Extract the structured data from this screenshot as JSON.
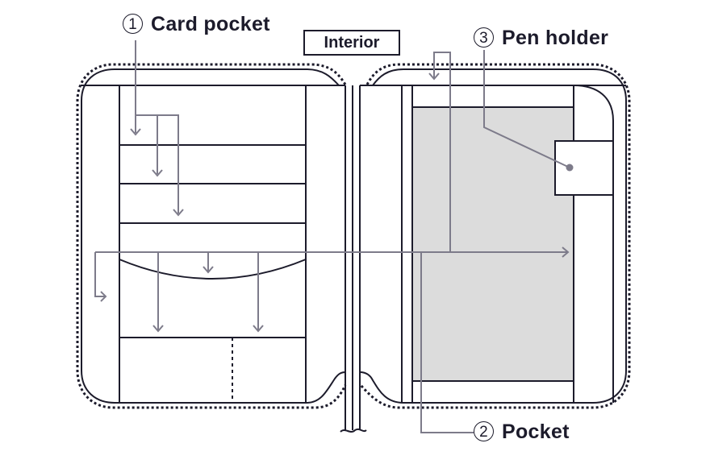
{
  "title": "Interior",
  "labels": {
    "card_pocket": {
      "number": "1",
      "text": "Card pocket"
    },
    "pen_holder": {
      "number": "3",
      "text": "Pen holder"
    },
    "pocket": {
      "number": "2",
      "text": "Pocket"
    }
  },
  "colors": {
    "outline": "#1c1b2b",
    "leader": "#7d7b8a",
    "pocket_fill": "#dcdcdc"
  }
}
